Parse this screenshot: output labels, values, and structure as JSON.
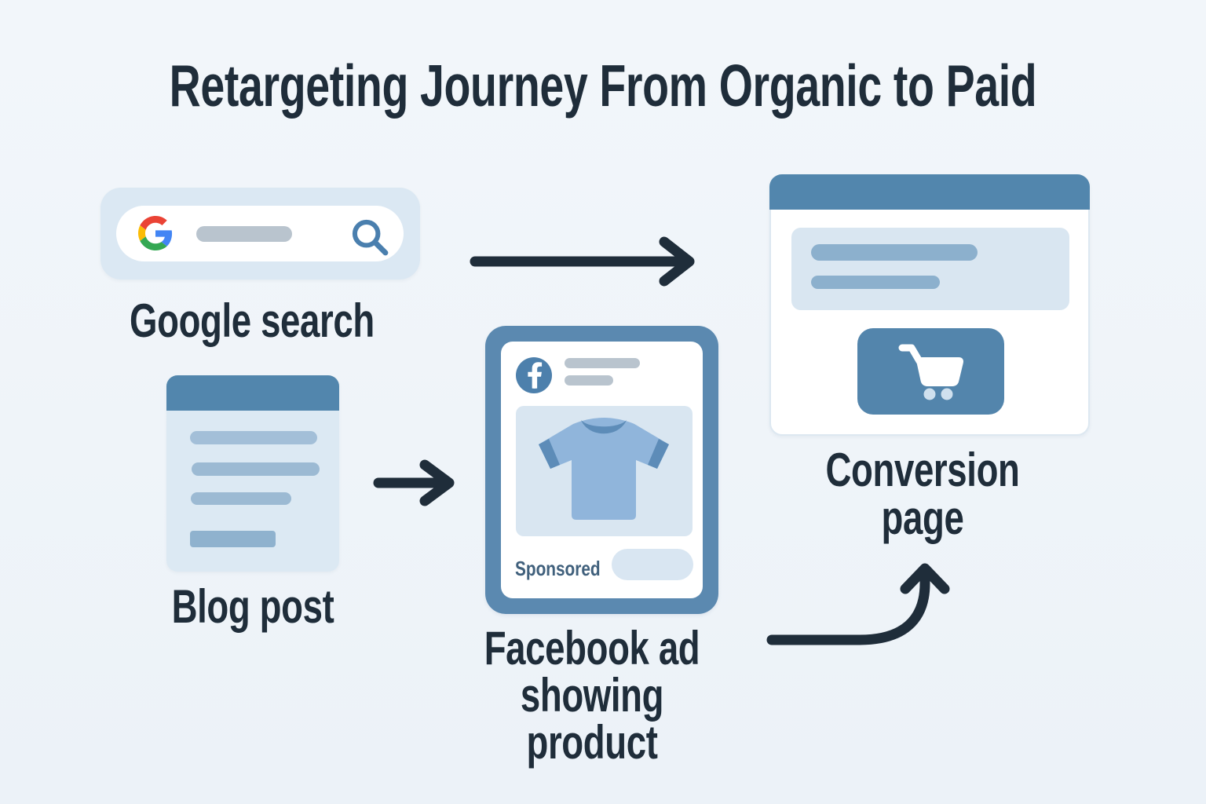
{
  "title": "Retargeting Journey From Organic to Paid",
  "palette": {
    "background": "#f1f5f9",
    "ink": "#1f2d3a",
    "blue_mid": "#5286ad",
    "blue_frame": "#5b89b0",
    "light_card": "#dbe8f3",
    "light_panel": "#d9e6f1",
    "skeleton_gray": "#b9c4ce",
    "skeleton_blue": "#8cb0cd",
    "tshirt_body": "#90b5db",
    "tshirt_trim": "#5d8cb8",
    "google_red": "#EA4335",
    "google_yellow": "#FBBC05",
    "google_green": "#34A853",
    "google_blue": "#4285F4"
  },
  "nodes": {
    "google_search": {
      "label": "Google search",
      "icons": [
        "google-g-icon",
        "search-icon"
      ]
    },
    "blog_post": {
      "label": "Blog post"
    },
    "facebook_ad": {
      "label_line1": "Facebook ad",
      "label_line2": "showing product",
      "sponsored_label": "Sponsored",
      "icons": [
        "facebook-icon",
        "tshirt-product-image"
      ]
    },
    "conversion_page": {
      "label_line1": "Conversion",
      "label_line2": "page",
      "icons": [
        "shopping-cart-icon"
      ]
    }
  },
  "edges": [
    {
      "from": "google_search",
      "to": "conversion_page",
      "style": "straight-right-arrow"
    },
    {
      "from": "blog_post",
      "to": "facebook_ad",
      "style": "straight-right-arrow"
    },
    {
      "from": "facebook_ad",
      "to": "conversion_page",
      "style": "curved-up-arrow"
    }
  ]
}
